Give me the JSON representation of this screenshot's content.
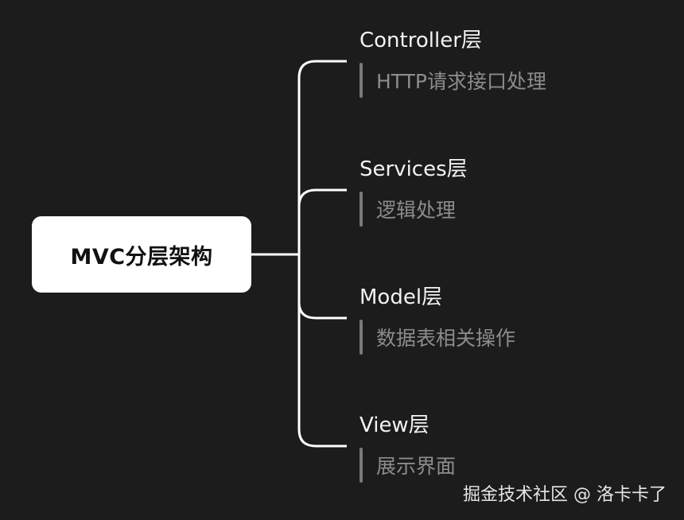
{
  "root": {
    "label": "MVC分层架构"
  },
  "branches": [
    {
      "title": "Controller层",
      "note": "HTTP请求接口处理"
    },
    {
      "title": "Services层",
      "note": "逻辑处理"
    },
    {
      "title": "Model层",
      "note": "数据表相关操作"
    },
    {
      "title": "View层",
      "note": "展示界面"
    }
  ],
  "watermark": "掘金技术社区 @ 洛卡卡了",
  "colors": {
    "background": "#1c1c1c",
    "root_fill": "#ffffff",
    "connector": "#ffffff",
    "note_text": "#8c8c8c",
    "note_bar": "#7a7a7a"
  }
}
